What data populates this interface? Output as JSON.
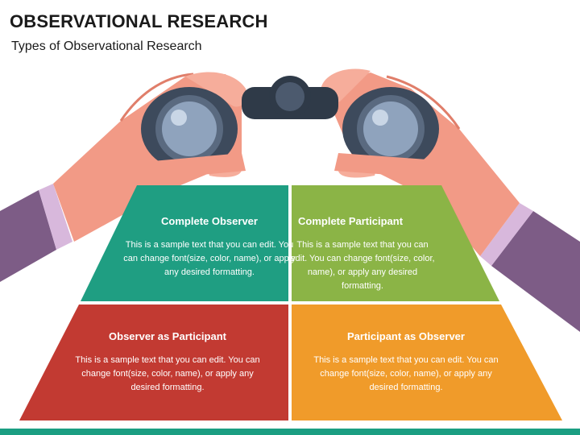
{
  "header": {
    "title": "OBSERVATIONAL RESEARCH",
    "subtitle": "Types of Observational Research"
  },
  "colors": {
    "teal": "#1f9e82",
    "green": "#8bb446",
    "red": "#c23a32",
    "orange": "#f09b2a",
    "skin": "#f29a86",
    "sleeve": "#7d5c86",
    "binocular": "#3d4a5c"
  },
  "quadrants": [
    {
      "heading": "Complete Observer",
      "body": "This is a sample text that you can edit. You can change font(size, color, name), or apply any desired formatting."
    },
    {
      "heading": "Complete Participant",
      "body": "This is a sample text that you can edit. You can change font(size, color, name), or apply any desired formatting."
    },
    {
      "heading": "Observer as Participant",
      "body": "This is a sample text that you can edit. You can change font(size, color, name), or apply any desired formatting."
    },
    {
      "heading": "Participant as Observer",
      "body": "This is a sample text that you can edit. You can change font(size, color, name), or apply any desired formatting."
    }
  ],
  "icons": [
    "binoculars-icon",
    "left-hand-icon",
    "right-hand-icon"
  ]
}
